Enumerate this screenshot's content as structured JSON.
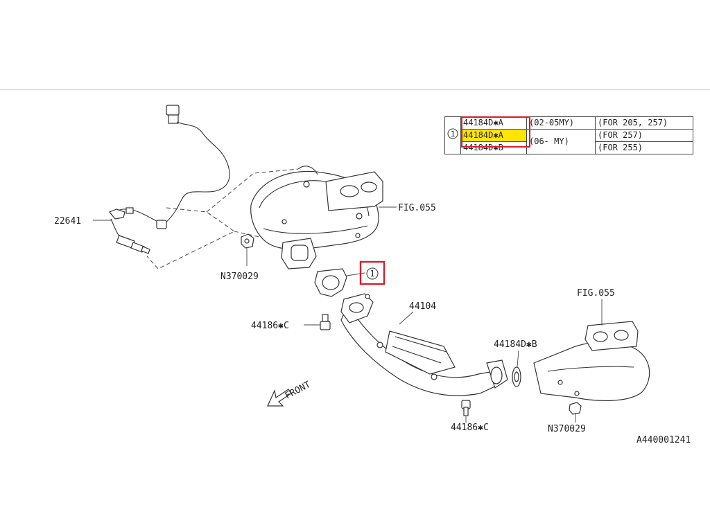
{
  "table": {
    "ref": "1",
    "rows": [
      {
        "part": "44184D✱A",
        "years": "(02-05MY)",
        "for": "(FOR 205, 257)"
      },
      {
        "part": "44184D✱A",
        "years": "(06-   MY)",
        "for": "(FOR 257)"
      },
      {
        "part": "44184D✱B",
        "for": "(FOR 255)"
      }
    ]
  },
  "labels": {
    "sensor": "22641",
    "fig_top": "FIG.055",
    "nut_left": "N370029",
    "ref_circle": "1",
    "pipe": "44104",
    "bolt_left": "44186✱C",
    "gasket_right": "44184D✱B",
    "fig_right": "FIG.055",
    "bolt_bottom": "44186✱C",
    "nut_bottom": "N370029",
    "front": "FRONT",
    "diagram_id": "A440001241"
  },
  "colors": {
    "highlight_red": "#d21f2b",
    "highlight_yellow": "#ffe500"
  }
}
